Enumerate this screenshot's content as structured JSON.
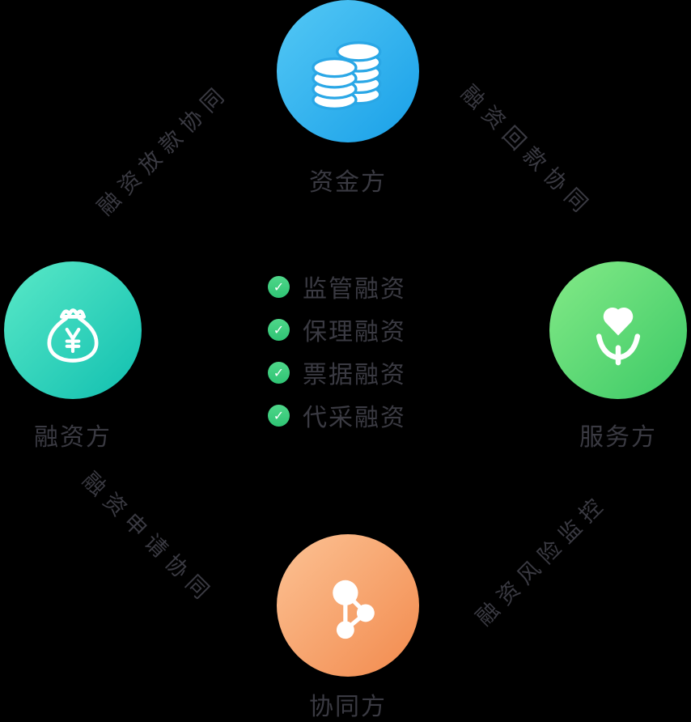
{
  "nodes": {
    "capital": {
      "label": "资金方",
      "icon": "coins-icon"
    },
    "financing": {
      "label": "融资方",
      "icon": "money-bag-icon"
    },
    "service": {
      "label": "服务方",
      "icon": "heart-in-hands-icon"
    },
    "collaboration": {
      "label": "协同方",
      "icon": "share-network-icon"
    }
  },
  "edges": {
    "top_left": {
      "label": "融资放款协同"
    },
    "top_right": {
      "label": "融资回款协同"
    },
    "bottom_left": {
      "label": "融资申请协同"
    },
    "bottom_right": {
      "label": "融资风险监控"
    }
  },
  "center": {
    "check_glyph": "✓",
    "items": [
      "监管融资",
      "保理融资",
      "票据融资",
      "代采融资"
    ]
  },
  "colors": {
    "background": "#000000",
    "text": "#3a3a42",
    "capital_gradient_from": "#54c8f5",
    "capital_gradient_to": "#19a0e8",
    "financing_gradient_from": "#5ae9c7",
    "financing_gradient_to": "#10bfb0",
    "service_gradient_from": "#84ea87",
    "service_gradient_to": "#3bc966",
    "collaboration_gradient_from": "#fcc294",
    "collaboration_gradient_to": "#f28a4d",
    "check_green": "#3fce81"
  }
}
